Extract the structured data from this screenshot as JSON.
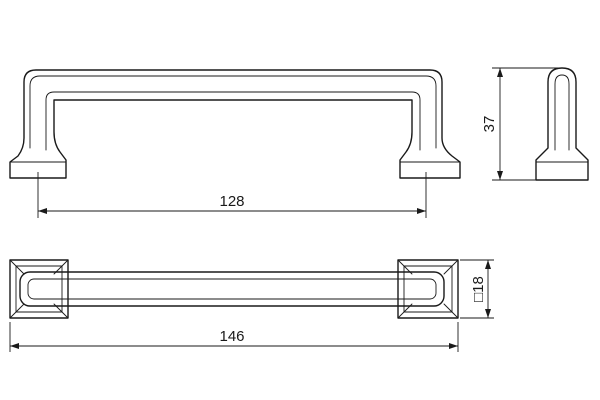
{
  "dimensions": {
    "center_distance": "128",
    "height": "37",
    "base_square_symbol": "□",
    "base_square": "18",
    "overall_length": "146"
  }
}
